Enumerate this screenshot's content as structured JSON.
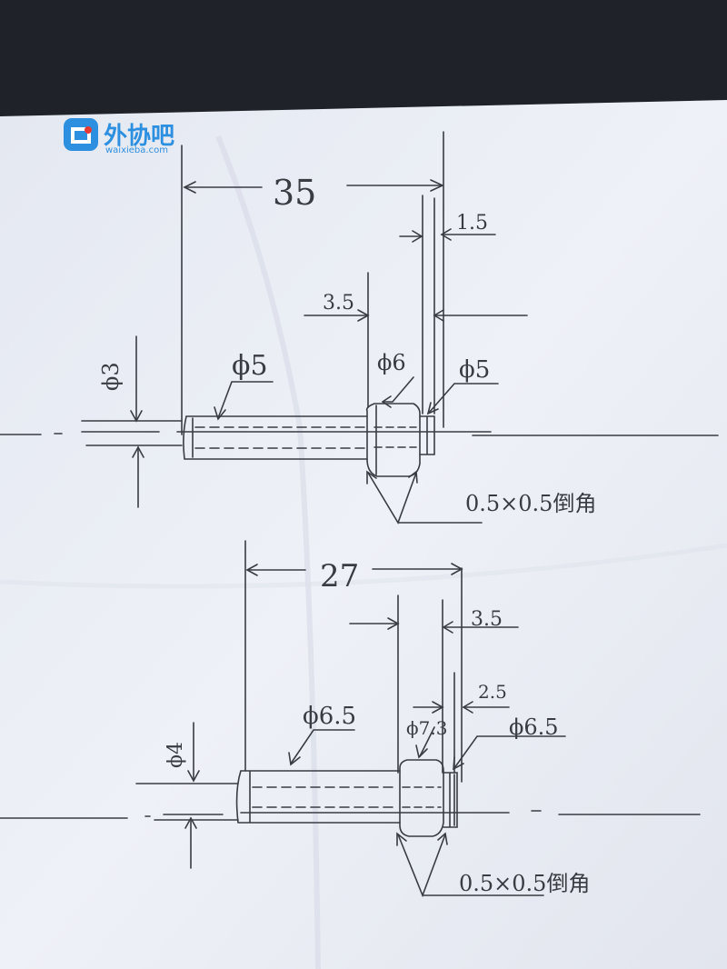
{
  "watermark": {
    "brand_cn": "外协吧",
    "brand_url": "waixieba.com",
    "brand_color": "#2d8fe0"
  },
  "colors": {
    "paper": "#e9ecf4",
    "backdrop": "#1f2329",
    "ink": "#3a3c44"
  },
  "part1": {
    "length": "35",
    "dia_main": "ϕ5",
    "dia_collar": "ϕ6",
    "dia_end": "ϕ5",
    "dia_hole": "ϕ3",
    "collar_offset": "3.5",
    "end_length": "1.5",
    "chamfer": "0.5×0.5倒角"
  },
  "part2": {
    "length": "27",
    "dia_main": "ϕ6.5",
    "dia_collar": "ϕ7.3",
    "dia_end": "ϕ6.5",
    "dia_hole": "ϕ4",
    "collar_offset": "3.5",
    "end_length": "2.5",
    "chamfer": "0.5×0.5倒角"
  }
}
